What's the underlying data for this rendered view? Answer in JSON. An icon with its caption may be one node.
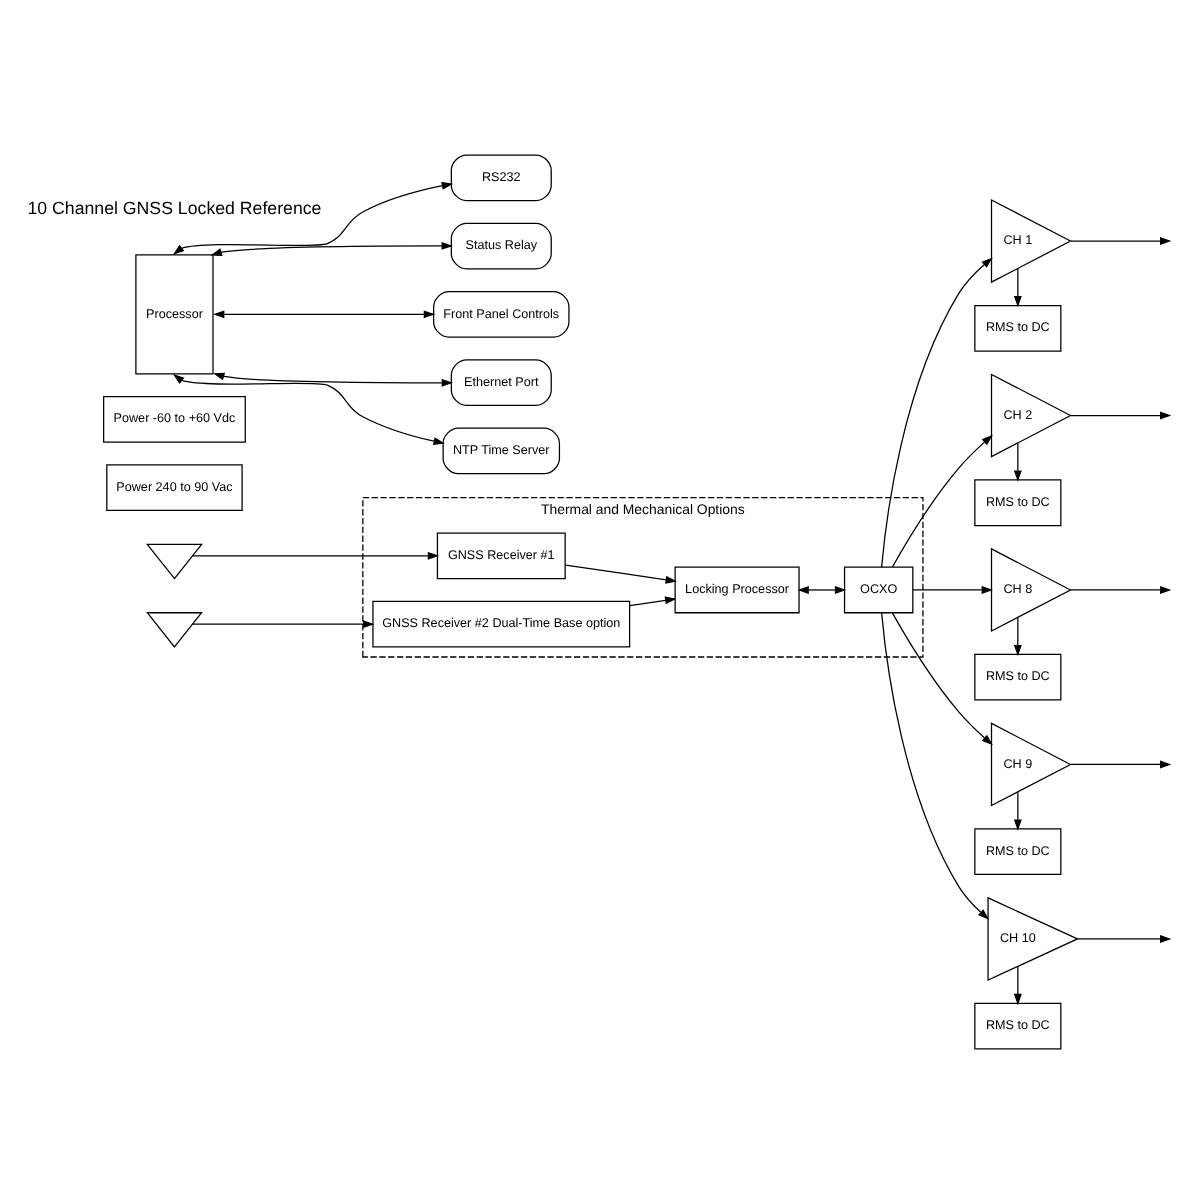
{
  "diagram": {
    "nodes": [
      {
        "text": [
          "Thermal and Mechanical Options"
        ]
      },
      {
        "text": [],
        "shape": "triangle"
      },
      {
        "text": [],
        "shape": "triangle"
      },
      {
        "text": [
          "GNSS Receiver #1"
        ],
        "in": 0
      },
      {
        "text": [
          "GNSS Receiver #2 Dual-Time Base option"
        ],
        "in": 0
      },
      {
        "text": [
          "Locking Processor"
        ],
        "in": 0
      },
      {
        "text": [
          "OCXO"
        ],
        "in": 0
      },
      {
        "text": [
          "CH 1"
        ]
      },
      {
        "text": [
          "RMS to DC"
        ]
      },
      {
        "text": [
          "CH 2"
        ]
      },
      {
        "text": [
          "RMS to DC"
        ]
      },
      {
        "text": [
          "CH 8"
        ]
      },
      {
        "text": [
          "RMS to DC"
        ]
      },
      {
        "text": [
          "CH 9"
        ]
      },
      {
        "text": [
          "RMS to DC"
        ]
      },
      {
        "text": [
          "CH 10"
        ]
      },
      {
        "text": [
          "RMS to DC"
        ]
      },
      {
        "text": [
          "Power 240 to 90 Vac"
        ]
      },
      {
        "text": [
          "Power -60 to +60 Vdc"
        ]
      },
      {
        "text": [
          "Processor"
        ]
      },
      {
        "text": [
          "RS232"
        ]
      },
      {
        "text": [
          "Status Relay"
        ]
      },
      {
        "text": [
          "Front Panel Controls"
        ]
      },
      {
        "text": [
          "Ethernet Port"
        ]
      },
      {
        "text": [
          "NTP Time Server"
        ]
      }
    ],
    "edges": [
      {
        "from": 1,
        "to": 3,
        "arrow": "to"
      },
      {
        "from": 2,
        "to": 4,
        "arrow": "to"
      },
      {
        "from": 3,
        "to": 5,
        "arrow": "to"
      },
      {
        "from": 4,
        "to": 5,
        "arrow": "to"
      },
      {
        "from": 5,
        "to": 6,
        "arrow": "both"
      },
      {
        "from": 6,
        "to": 7,
        "arrow": "to"
      },
      {
        "from": 6,
        "to": 9,
        "arrow": "to"
      },
      {
        "from": 6,
        "to": 11,
        "arrow": "to"
      },
      {
        "from": 6,
        "to": 13,
        "arrow": "to"
      },
      {
        "from": 6,
        "to": 15,
        "arrow": "to"
      },
      {
        "from": 7,
        "to": null,
        "arrow": "to"
      },
      {
        "from": 7,
        "to": 8,
        "arrow": "to"
      },
      {
        "from": 9,
        "to": null,
        "arrow": "to"
      },
      {
        "from": 9,
        "to": 10,
        "arrow": "to"
      },
      {
        "from": 11,
        "to": null,
        "arrow": "to"
      },
      {
        "from": 11,
        "to": 12,
        "arrow": "to"
      },
      {
        "from": 13,
        "to": null,
        "arrow": "to"
      },
      {
        "from": 13,
        "to": 14,
        "arrow": "to"
      },
      {
        "from": 15,
        "to": null,
        "arrow": "to"
      },
      {
        "from": 15,
        "to": 16,
        "arrow": "to"
      },
      {
        "from": 19,
        "to": 20,
        "arrow": "both"
      },
      {
        "from": 19,
        "to": 21,
        "arrow": "both"
      },
      {
        "from": 19,
        "to": 22,
        "arrow": "both"
      },
      {
        "from": 19,
        "to": 23,
        "arrow": "both"
      },
      {
        "from": 19,
        "to": 24,
        "arrow": "both"
      }
    ],
    "labels": [
      "10 Channel GNSS Locked Reference"
    ]
  }
}
